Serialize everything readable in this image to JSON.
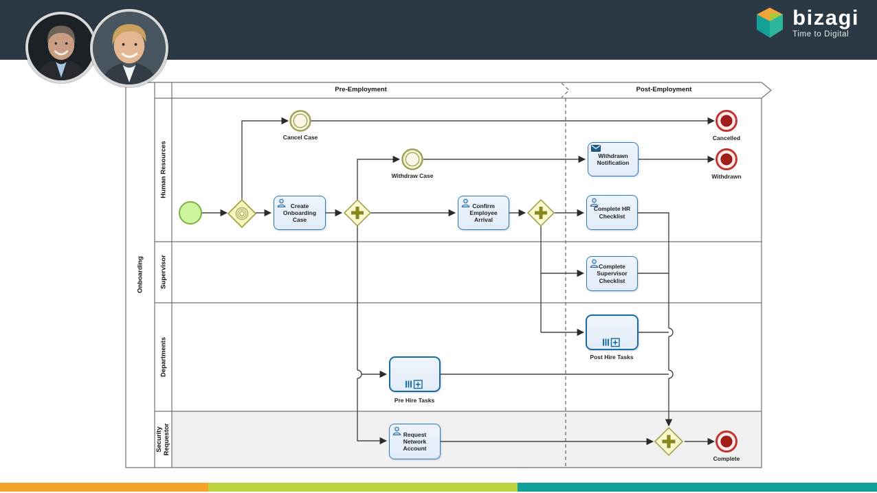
{
  "header": {
    "brand": "bizagi",
    "tagline": "Time to Digital"
  },
  "pool": {
    "name": "Onboarding",
    "phases": [
      {
        "label": "Pre-Employment"
      },
      {
        "label": "Post-Employment"
      }
    ],
    "lanes": [
      {
        "label": "Human Resources"
      },
      {
        "label": "Supervisor"
      },
      {
        "label": "Departments"
      },
      {
        "label": "Security Requestor"
      }
    ]
  },
  "elements": {
    "cancel_case": {
      "label": "Cancel Case"
    },
    "withdraw_case": {
      "label": "Withdraw Case"
    },
    "create_onboarding_case": {
      "label": "Create Onboarding Case"
    },
    "confirm_employee_arrival": {
      "label": "Confirm Employee Arrival"
    },
    "complete_hr_checklist": {
      "label": "Complete HR Checklist"
    },
    "withdrawn_notification": {
      "label": "Withdrawn Notification"
    },
    "complete_supervisor_checklist": {
      "label": "Complete Supervisor Checklist"
    },
    "post_hire_tasks": {
      "label": "Post Hire Tasks"
    },
    "pre_hire_tasks": {
      "label": "Pre Hire Tasks"
    },
    "request_network_account": {
      "label": "Request Network Account"
    },
    "cancelled": {
      "label": "Cancelled"
    },
    "withdrawn": {
      "label": "Withdrawn"
    },
    "complete": {
      "label": "Complete"
    }
  },
  "colors": {
    "header_bar": "#2c3945",
    "stripe_orange": "#f4a428",
    "stripe_green": "#bdd341",
    "stripe_teal": "#0fa099",
    "task_fill": "#e9f1fb",
    "task_border": "#2b79b4",
    "gateway_fill": "#fbf8cd",
    "gateway_border": "#99993f",
    "intermediate_event": "#a2a258",
    "end_event_red": "#c13530",
    "start_event_green": "#7ab13e",
    "security_lane_gray": "#f1f1f1"
  }
}
